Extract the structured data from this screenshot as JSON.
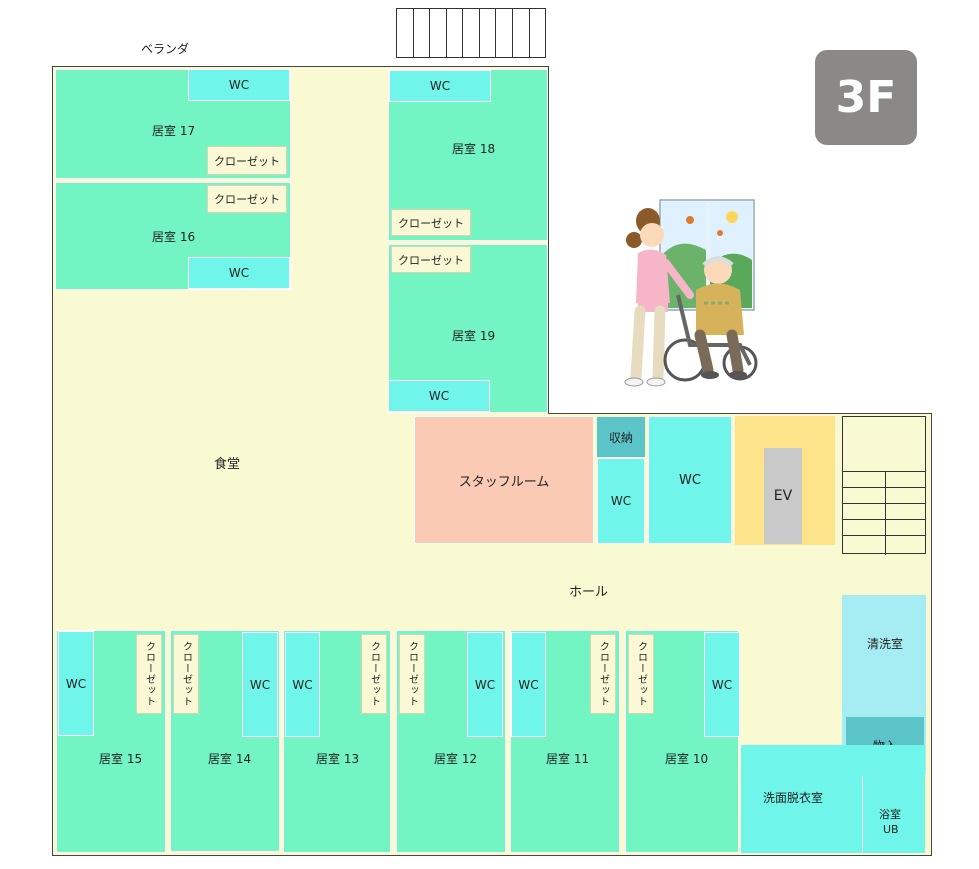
{
  "floor_badge": "3F",
  "veranda": "ベランダ",
  "dining": "食堂",
  "hall": "ホール",
  "staff_room": "スタッフルーム",
  "storage": "収納",
  "wc": "WC",
  "ev": "EV",
  "cleaning_room": "清洗室",
  "supplies": "物入",
  "washroom": "洗面脱衣室",
  "bathroom": "浴室",
  "ub": "UB",
  "closet": "クローゼット",
  "rooms": {
    "r17": "居室 17",
    "r16": "居室 16",
    "r18": "居室 18",
    "r19": "居室 19",
    "r15": "居室 15",
    "r14": "居室 14",
    "r13": "居室 13",
    "r12": "居室 12",
    "r11": "居室 11",
    "r10": "居室 10"
  },
  "colors": {
    "floor": "#fafad2",
    "room": "#72f5c3",
    "wc": "#6ff5ea",
    "staff_room": "#fbcab5",
    "storage": "#5bc4c9",
    "ev_hall": "#fde48a",
    "ev": "#c9c9c9",
    "cleaning_room": "#a6ecf3",
    "badge": "#8b8888"
  },
  "illustration": "caregiver-pushing-wheelchair"
}
